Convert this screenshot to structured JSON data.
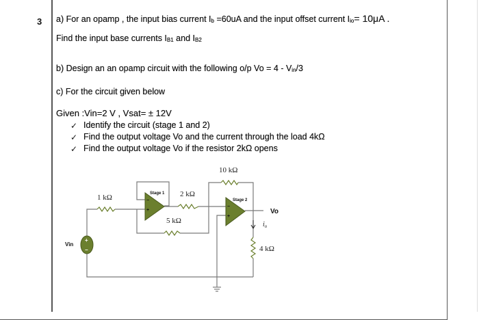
{
  "question_number": "3",
  "part_a": {
    "line1_prefix": "a)  For an opamp , the input bias current I",
    "ib_sub": "b",
    "line1_mid": " =60uA and the input offset current I",
    "iio_sub": "io",
    "line1_suffix": "= 10μA .",
    "line2_prefix": "Find the input base currents I",
    "ib1_sub": "B1",
    "line2_mid": " and I",
    "ib2_sub": "B2"
  },
  "part_b": {
    "prefix": "b)  Design an an opamp circuit with the following o/p  Vo =   4 -  V",
    "vin_sub": "in",
    "suffix": "/3"
  },
  "part_c": {
    "heading": "c)  For the circuit given below",
    "given": "Given :Vin=2 V  , Vsat= ± 12V",
    "check_glyph": "✓",
    "bullets": [
      "Identify the circuit (stage 1 and 2)",
      "Find the output voltage Vo and the current  through the load 4kΩ",
      "Find the output voltage Vo if the resistor 2kΩ opens"
    ]
  },
  "circuit": {
    "r_feedback": "10 kΩ",
    "r_input": "1 kΩ",
    "r_series": "2 kΩ",
    "r_bridge": "5 kΩ",
    "r_load": "4 kΩ",
    "stage1": "Stage 1",
    "stage2": "Stage 2",
    "source": "Vin",
    "output": "Vo",
    "current": "i",
    "current_sub": "o",
    "plus": "+",
    "minus": "−",
    "opamp_color": "#6b7f2e",
    "wire_color": "#7a7a7a"
  }
}
